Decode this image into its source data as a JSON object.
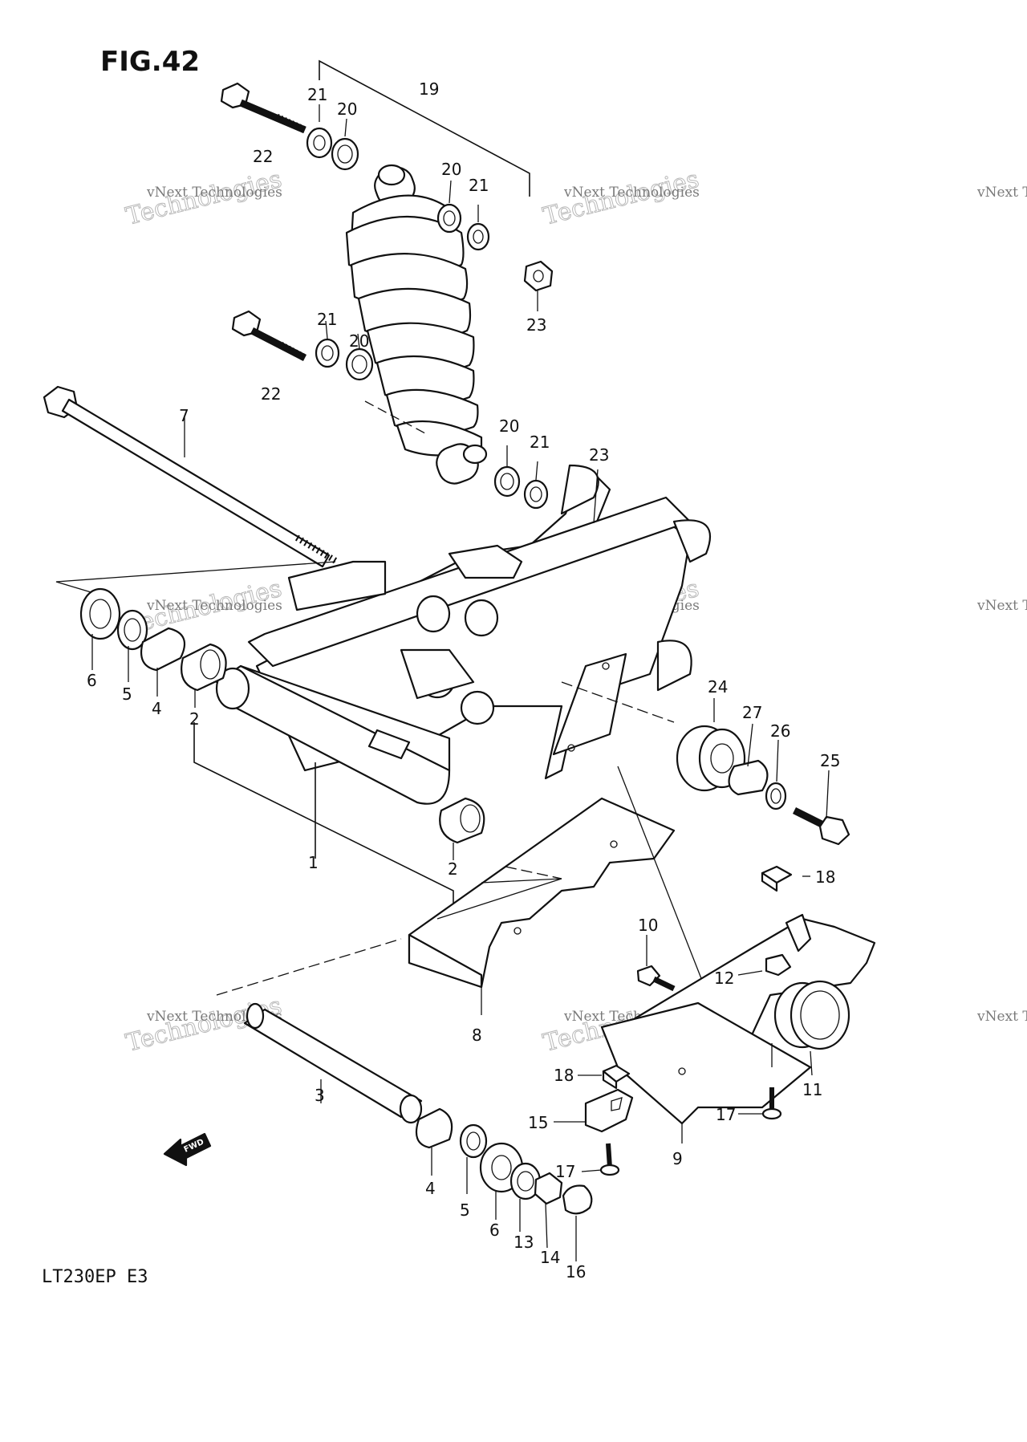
{
  "figure_title": "FIG.42",
  "model_code": "LT230EP E3",
  "fwd_label": "FWD",
  "watermark": {
    "line1": "vNext Technologies",
    "line2": "Technologies"
  },
  "callouts": [
    {
      "id": "c1",
      "label": "1"
    },
    {
      "id": "c2a",
      "label": "2"
    },
    {
      "id": "c2b",
      "label": "2"
    },
    {
      "id": "c3",
      "label": "3"
    },
    {
      "id": "c4a",
      "label": "4"
    },
    {
      "id": "c4b",
      "label": "4"
    },
    {
      "id": "c5a",
      "label": "5"
    },
    {
      "id": "c5b",
      "label": "5"
    },
    {
      "id": "c6a",
      "label": "6"
    },
    {
      "id": "c6b",
      "label": "6"
    },
    {
      "id": "c7",
      "label": "7"
    },
    {
      "id": "c8",
      "label": "8"
    },
    {
      "id": "c9",
      "label": "9"
    },
    {
      "id": "c10",
      "label": "10"
    },
    {
      "id": "c11",
      "label": "11"
    },
    {
      "id": "c12",
      "label": "12"
    },
    {
      "id": "c13",
      "label": "13"
    },
    {
      "id": "c14",
      "label": "14"
    },
    {
      "id": "c15",
      "label": "15"
    },
    {
      "id": "c16",
      "label": "16"
    },
    {
      "id": "c17a",
      "label": "17"
    },
    {
      "id": "c17b",
      "label": "17"
    },
    {
      "id": "c18a",
      "label": "18"
    },
    {
      "id": "c18b",
      "label": "18"
    },
    {
      "id": "c19",
      "label": "19"
    },
    {
      "id": "c20a",
      "label": "20"
    },
    {
      "id": "c20b",
      "label": "20"
    },
    {
      "id": "c20c",
      "label": "20"
    },
    {
      "id": "c20d",
      "label": "20"
    },
    {
      "id": "c21a",
      "label": "21"
    },
    {
      "id": "c21b",
      "label": "21"
    },
    {
      "id": "c21c",
      "label": "21"
    },
    {
      "id": "c21d",
      "label": "21"
    },
    {
      "id": "c22a",
      "label": "22"
    },
    {
      "id": "c22b",
      "label": "22"
    },
    {
      "id": "c23a",
      "label": "23"
    },
    {
      "id": "c23b",
      "label": "23"
    },
    {
      "id": "c24",
      "label": "24"
    },
    {
      "id": "c25",
      "label": "25"
    },
    {
      "id": "c26",
      "label": "26"
    },
    {
      "id": "c27",
      "label": "27"
    }
  ]
}
